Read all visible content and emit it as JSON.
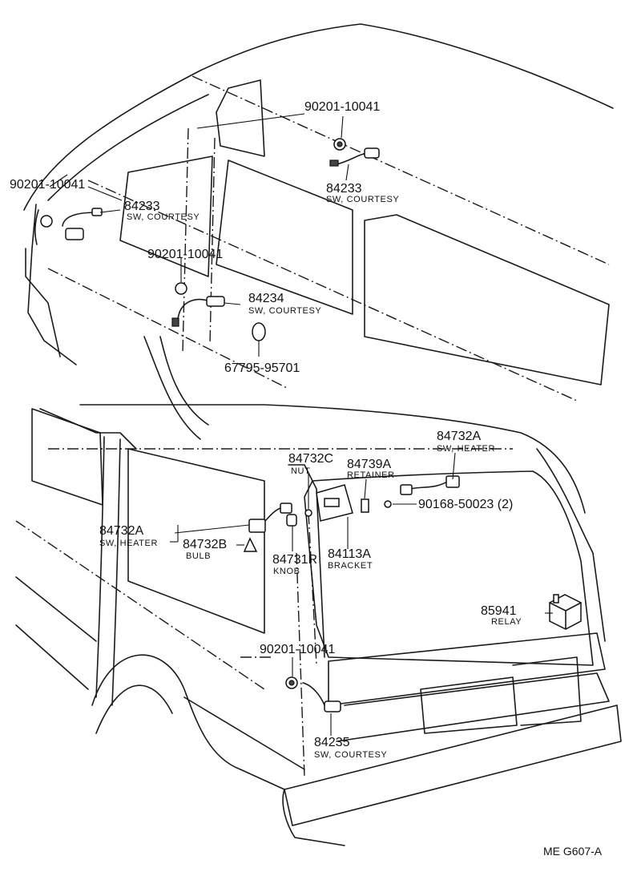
{
  "diagram_code": "ME  G607-A",
  "parts": [
    {
      "id": "p1",
      "number": "90201-10041",
      "name": ""
    },
    {
      "id": "p2",
      "number": "84233",
      "name": "SW, COURTESY"
    },
    {
      "id": "p3",
      "number": "90201-10041",
      "name": ""
    },
    {
      "id": "p4",
      "number": "84233",
      "name": "SW, COURTESY"
    },
    {
      "id": "p5",
      "number": "90201-10041",
      "name": ""
    },
    {
      "id": "p6",
      "number": "84234",
      "name": "SW, COURTESY"
    },
    {
      "id": "p7",
      "number": "67795-95701",
      "name": ""
    },
    {
      "id": "p8",
      "number": "84732A",
      "name": "SW, HEATER"
    },
    {
      "id": "p9",
      "number": "84732C",
      "name": "NUT"
    },
    {
      "id": "p10",
      "number": "84739A",
      "name": "RETAINER"
    },
    {
      "id": "p11",
      "number": "90168-50023 (2)",
      "name": ""
    },
    {
      "id": "p12",
      "number": "84732A",
      "name": "SW, HEATER"
    },
    {
      "id": "p13",
      "number": "84732B",
      "name": "BULB"
    },
    {
      "id": "p14",
      "number": "84731R",
      "name": "KNOB"
    },
    {
      "id": "p15",
      "number": "84113A",
      "name": "BRACKET"
    },
    {
      "id": "p16",
      "number": "85941",
      "name": "RELAY"
    },
    {
      "id": "p17",
      "number": "90201-10041",
      "name": ""
    },
    {
      "id": "p18",
      "number": "84235",
      "name": "SW, COURTESY"
    }
  ]
}
